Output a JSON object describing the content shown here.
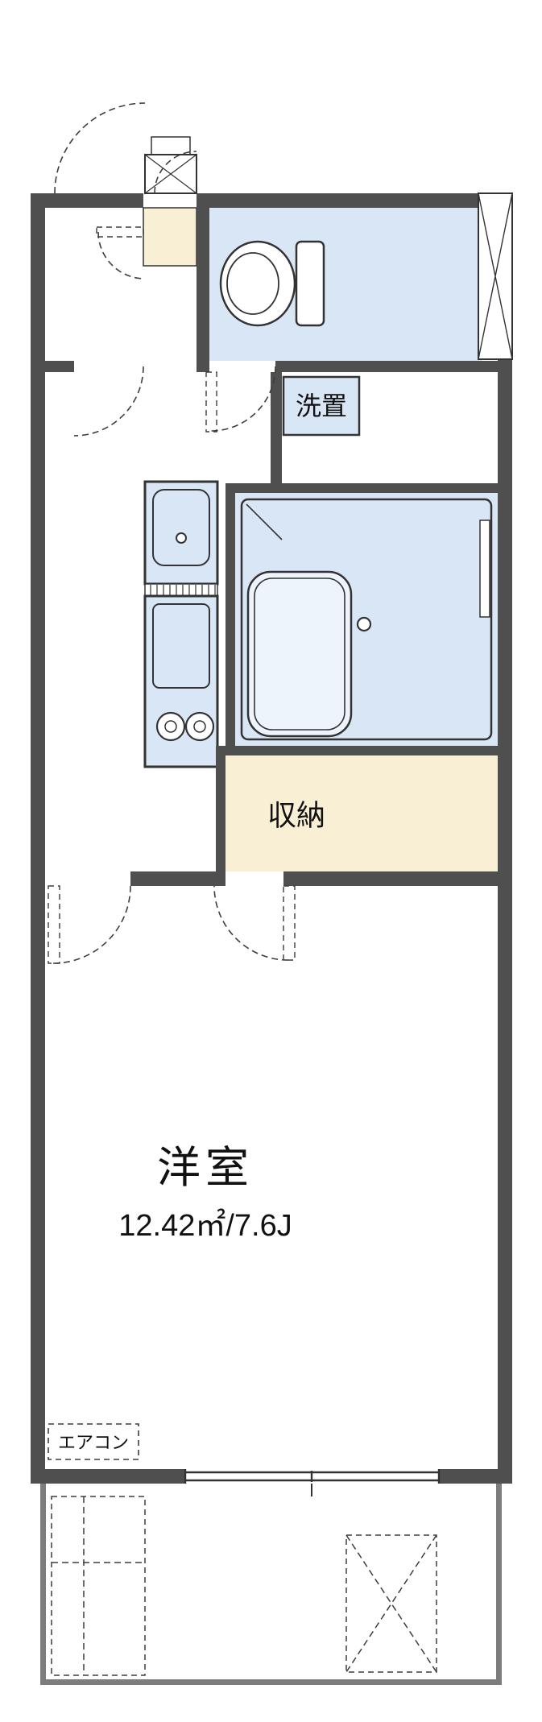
{
  "floorplan": {
    "labels": {
      "washer": "洗置",
      "storage": "収納",
      "room": "洋室",
      "room_area": "12.42㎡/7.6J",
      "aircon": "エアコン"
    },
    "colors": {
      "wall": "#4f4f4f",
      "water": "#d9e6f6",
      "storage": "#f9efd4",
      "line": "#333333",
      "rail": "#7d7d7d",
      "ink": "#111111",
      "paper": "#ffffff"
    }
  }
}
